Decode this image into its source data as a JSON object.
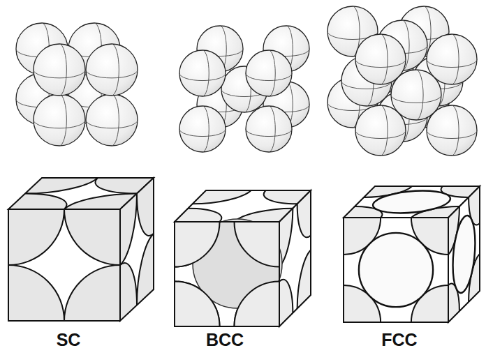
{
  "diagram": {
    "labels": [
      "SC",
      "BCC",
      "FCC"
    ]
  }
}
